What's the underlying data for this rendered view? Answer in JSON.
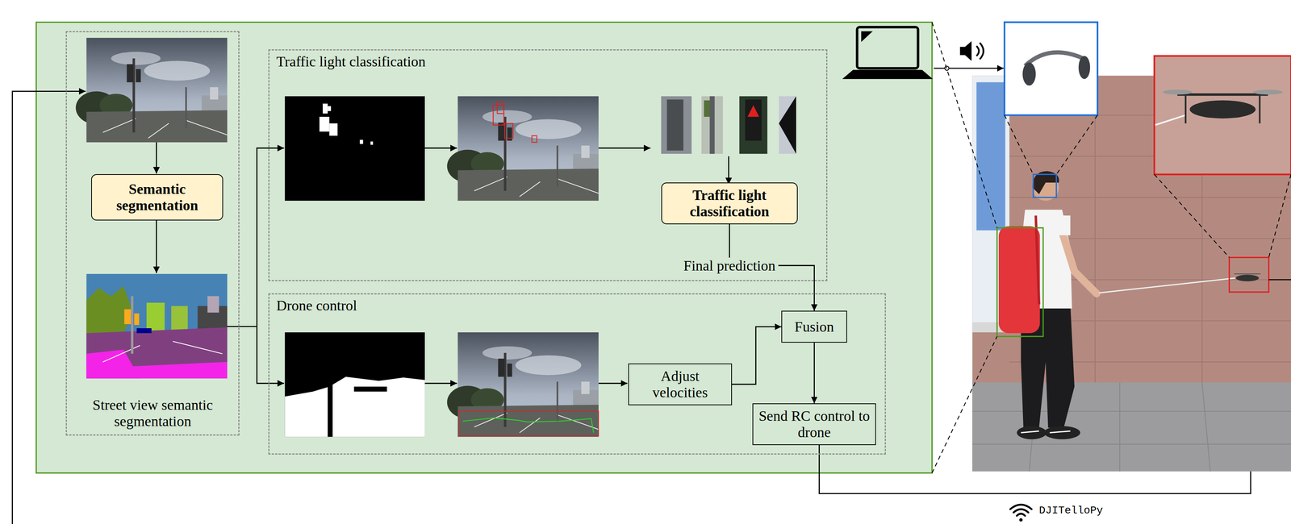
{
  "diagram": {
    "nodes": [
      {
        "text": [
          "Street view semantic segmentation"
        ]
      },
      {
        "text": [
          "Semantic segmentation"
        ],
        "in": 0
      },
      {
        "text": [
          "Traffic light classification"
        ]
      },
      {
        "text": [
          "Traffic light classification"
        ],
        "in": 2
      },
      {
        "text": [
          "Drone control"
        ]
      },
      {
        "text": [
          "Adjust velocities"
        ],
        "in": 4
      },
      {
        "text": [
          "Fusion"
        ],
        "in": 4
      },
      {
        "text": [
          "Send RC control to drone"
        ],
        "in": 4
      }
    ],
    "edges": [
      {
        "from": 3,
        "to": 6,
        "label": "Final prediction",
        "arrow": "to"
      },
      {
        "from": 5,
        "to": 6,
        "arrow": "to"
      },
      {
        "from": 6,
        "to": 7,
        "arrow": "to"
      }
    ],
    "labels": [
      "DJITelloPy"
    ]
  }
}
